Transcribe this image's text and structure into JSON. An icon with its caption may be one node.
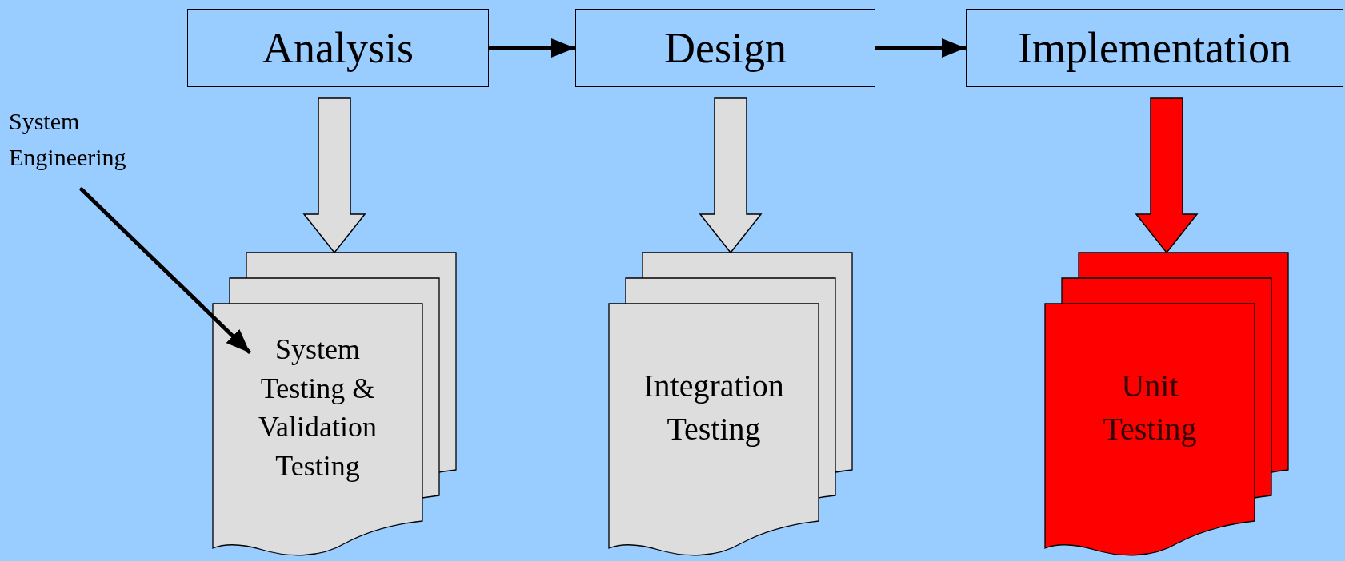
{
  "diagram": {
    "nodes": [
      {
        "text": [
          "Analysis"
        ]
      },
      {
        "text": [
          "Design"
        ]
      },
      {
        "text": [
          "Implementation"
        ]
      },
      {
        "text": [
          "System Engineering"
        ]
      },
      {
        "text": [
          "System Testing & Validation Testing"
        ]
      },
      {
        "text": [
          "Integration Testing"
        ]
      },
      {
        "text": [
          "Unit Testing"
        ]
      }
    ],
    "edges": [
      {
        "from": 0,
        "to": 1,
        "arrow": "to"
      },
      {
        "from": 1,
        "to": 2,
        "arrow": "to"
      },
      {
        "from": 0,
        "to": 4,
        "arrow": "to",
        "style": "thick",
        "color": "#dddddd"
      },
      {
        "from": 1,
        "to": 5,
        "arrow": "to",
        "style": "thick",
        "color": "#dddddd"
      },
      {
        "from": 2,
        "to": 6,
        "arrow": "to",
        "style": "thick",
        "color": "#ff0000"
      },
      {
        "from": 3,
        "to": 4,
        "arrow": "to"
      }
    ]
  }
}
